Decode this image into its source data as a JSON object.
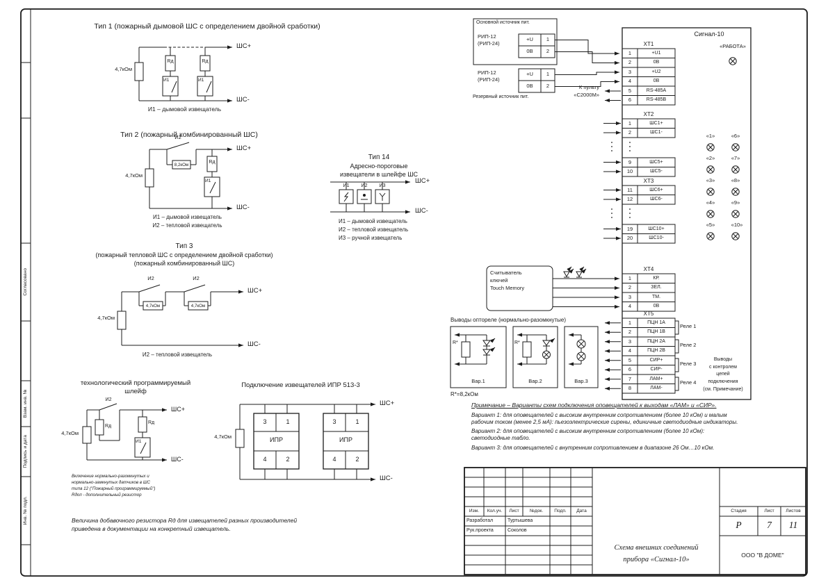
{
  "frame": {
    "side_labels": [
      "Согласовано",
      "Взам. инв. №",
      "Подпись и дата",
      "Инв. № подл."
    ]
  },
  "labels": {
    "shs_plus": "ШС+",
    "shs_minus": "ШС-",
    "r47": "4,7кОм",
    "r82": "8,2кОм",
    "rd": "Rд",
    "i1": "И1",
    "i2": "И2",
    "i3": "И3"
  },
  "type1": {
    "title": "Тип 1 (пожарный дымовой ШС с определением двойной сработки)",
    "caption": "И1 – дымовой извещатель"
  },
  "type2": {
    "title": "Тип 2 (пожарный комбинированный ШС)",
    "caption1": "И1 – дымовой извещатель",
    "caption2": "И2 – тепловой извещатель"
  },
  "type14": {
    "title1": "Тип 14",
    "title2": "Адресно-пороговые",
    "title3": "извещатели в шлейфе ШС",
    "caption1": "И1 – дымовой извещатель",
    "caption2": "И2 – тепловой извещатель",
    "caption3": "И3 – ручной извещатель"
  },
  "type3": {
    "title1": "Тип 3",
    "title2": "(пожарный тепловой ШС с определением двойной сработки)",
    "title3": "(пожарный комбинированный ШС)",
    "caption": "И2 – тепловой извещатель"
  },
  "tech": {
    "title1": "технологический программируемый",
    "title2": "шлейф",
    "note1": "Включение нормально-разомкнутых и",
    "note2": "нормально-замкнутых датчиков в ШС",
    "note3": "типа 12 (\"Пожарный программируемый\")",
    "note4": "Rдоп - дополнительный резистор"
  },
  "ipr": {
    "title": "Подключение извещателей ИПР 513-3",
    "c3": "3",
    "c1": "1",
    "c4": "4",
    "c2": "2",
    "mid": "ИПР"
  },
  "resistor_note1": "Величина добавочного резистора Rд для извещателей разных производителей",
  "resistor_note2": "приведена в документации на конкретный извещатель.",
  "power": {
    "main_label": "Основной источник пит.",
    "reserve_label": "Резервный источник пит.",
    "rip_name1": "РИП-12",
    "rip_name2": "(РИП-24)",
    "plus_u": "+U",
    "zero_v": "0В",
    "n1": "1",
    "n2": "2",
    "console1": "К пульту",
    "console2": "«С2000М»"
  },
  "device": {
    "title": "Сигнал-10",
    "work": "«РАБОТА»",
    "xt1": {
      "h": "XT1",
      "rows": [
        [
          "1",
          "+U1"
        ],
        [
          "2",
          "0В"
        ],
        [
          "3",
          "+U2"
        ],
        [
          "4",
          "0В"
        ],
        [
          "5",
          "RS-485A"
        ],
        [
          "6",
          "RS-485B"
        ]
      ]
    },
    "xt2": {
      "h": "XT2",
      "rows": [
        [
          "1",
          "ШС1+"
        ],
        [
          "2",
          "ШС1-"
        ],
        [
          "9",
          "ШС5+"
        ],
        [
          "10",
          "ШС5-"
        ]
      ]
    },
    "xt3": {
      "h": "XT3",
      "rows": [
        [
          "11",
          "ШС6+"
        ],
        [
          "12",
          "ШС6-"
        ],
        [
          "19",
          "ШС10+"
        ],
        [
          "20",
          "ШС10-"
        ]
      ]
    },
    "xt4": {
      "h": "XT4",
      "rows": [
        [
          "1",
          "КР."
        ],
        [
          "2",
          "ЗЕЛ."
        ],
        [
          "3",
          "ТМ."
        ],
        [
          "4",
          "0В"
        ]
      ]
    },
    "xt5": {
      "h": "XT5",
      "rows": [
        [
          "1",
          "ПЦН 1А"
        ],
        [
          "2",
          "ПЦН 1В"
        ],
        [
          "3",
          "ПЦН 2А"
        ],
        [
          "4",
          "ПЦН 2В"
        ],
        [
          "5",
          "СИР+"
        ],
        [
          "6",
          "СИР-"
        ],
        [
          "7",
          "ЛАМ+"
        ],
        [
          "8",
          "ЛАМ-"
        ]
      ]
    },
    "ind": [
      "«1»",
      "«2»",
      "«3»",
      "«4»",
      "«5»",
      "«6»",
      "«7»",
      "«8»",
      "«9»",
      "«10»"
    ],
    "relays": [
      "Реле 1",
      "Реле 2",
      "Реле 3",
      "Реле 4"
    ],
    "out1": "Выводы",
    "out2": "с контролем",
    "out3": "цепей",
    "out4": "подключения",
    "out5": "(см. Примечание)"
  },
  "reader": {
    "l1": "Считыватель",
    "l2": "ключей",
    "l3": "Touch Memory"
  },
  "opto": {
    "title": "Выводы оптореле (нормально-разомкнутые)",
    "v1": "Вар.1",
    "v2": "Вар.2",
    "v3": "Вар.3",
    "r": "R*",
    "r_note": "R*=8,2кОм"
  },
  "notes": {
    "heading": "Примечание – Варианты схем подключения оповещателей к выходам «ЛАМ» и «СИР».",
    "p1": "Вариант 1: для оповещателей с высоким внутренним сопротивлением (более 10 кОм) и малым рабочим током (менее 2,5 мА): пьезоэлектрические сирены, единичные светодиодные индикаторы.",
    "p2": "Вариант 2: для оповещателей с высоким внутренним сопротивлением (более 10 кОм): светодиодные табло.",
    "p3": "Вариант 3: для оповещателей с внутренним сопротивлением в диапазоне 26 Ом…10 кОм."
  },
  "stamp": {
    "cols": [
      "Изм.",
      "Кол.уч.",
      "Лист",
      "№док.",
      "Подп.",
      "Дата"
    ],
    "role1": "Разработал",
    "name1": "Туртышева",
    "role2": "Рук.проекта",
    "name2": "Соколов",
    "stage_h": [
      "Стадия",
      "Лист",
      "Листов"
    ],
    "stage_v": [
      "Р",
      "7",
      "11"
    ],
    "doc1": "Схема  внешних  соединений",
    "doc2": "прибора  «Сигнал-10»",
    "company": "ООО \"В ДОМЕ\""
  }
}
